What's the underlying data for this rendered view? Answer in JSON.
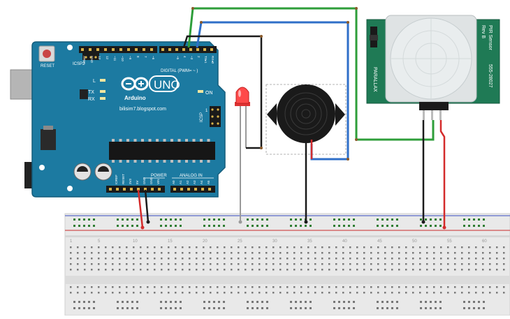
{
  "arduino": {
    "reset_label": "RESET",
    "icsp2_label": "ICSP2",
    "header_top_labels": [
      "AREF",
      "GND",
      "13",
      "12",
      "~11",
      "~10",
      "~9",
      "8",
      "7",
      "~6",
      "~5",
      "4",
      "~3",
      "2",
      "TX▸1",
      "RX◂0"
    ],
    "digital_label": "DIGITAL (PWM= ~ )",
    "l_label": "L",
    "tx_label": "TX",
    "rx_label": "RX",
    "brand": "Arduino",
    "model": "UNO",
    "on_label": "ON",
    "website": "bilisim7.blogspot.com",
    "icsp_label": "ICSP",
    "icsp_one": "1",
    "power_label": "POWER",
    "analog_label": "ANALOG IN",
    "power_pins": [
      "IOREF",
      "RESET",
      "3V3",
      "5V",
      "GND",
      "GND",
      "VIN"
    ],
    "analog_pins": [
      "A0",
      "A1",
      "A2",
      "A3",
      "A4",
      "A5"
    ]
  },
  "pir": {
    "title": "PIR Sensor",
    "rev": "Rev B",
    "brand": "PARALLAX",
    "part": "555-28027"
  },
  "breadboard": {
    "column_numbers": [
      "1",
      "5",
      "10",
      "15",
      "20",
      "25",
      "30",
      "35",
      "40",
      "45",
      "50",
      "55",
      "60"
    ]
  },
  "wire_colors": {
    "green": "#2e9e3a",
    "blue": "#2f6fc8",
    "black": "#1a1a1a",
    "red": "#d42b2b",
    "gray": "#9a9a9a"
  },
  "board_colors": {
    "arduino": "#1c7aa1",
    "pir_pcb": "#1f7a55"
  }
}
